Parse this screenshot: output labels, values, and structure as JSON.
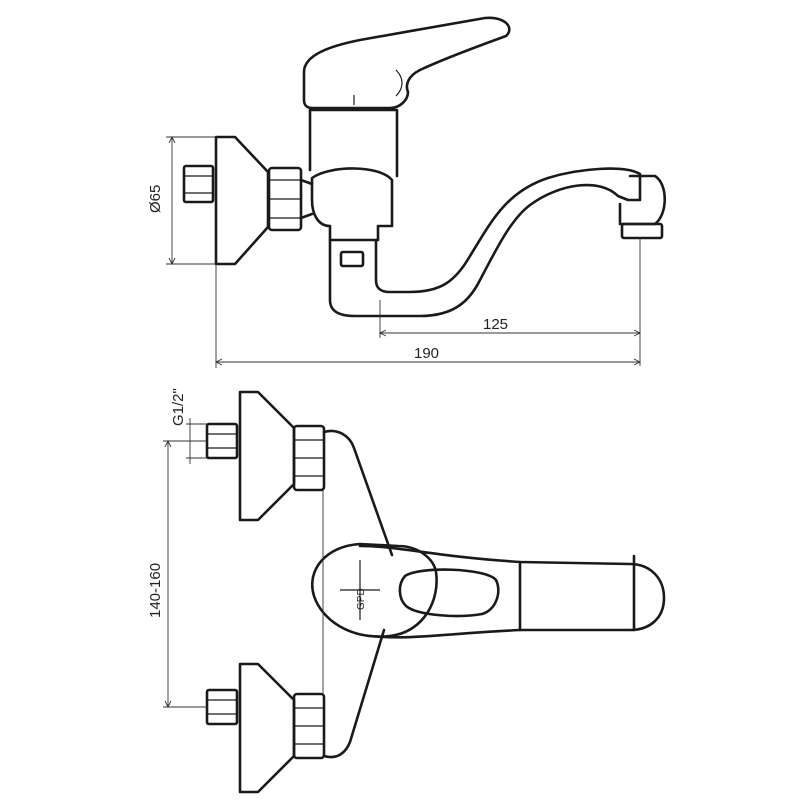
{
  "dimensions": {
    "flange_diameter": "Ø65",
    "spout_reach": "125",
    "overall_length": "190",
    "thread_size": "G1/2\"",
    "center_distance": "140-160"
  },
  "logo_text": "GPD"
}
